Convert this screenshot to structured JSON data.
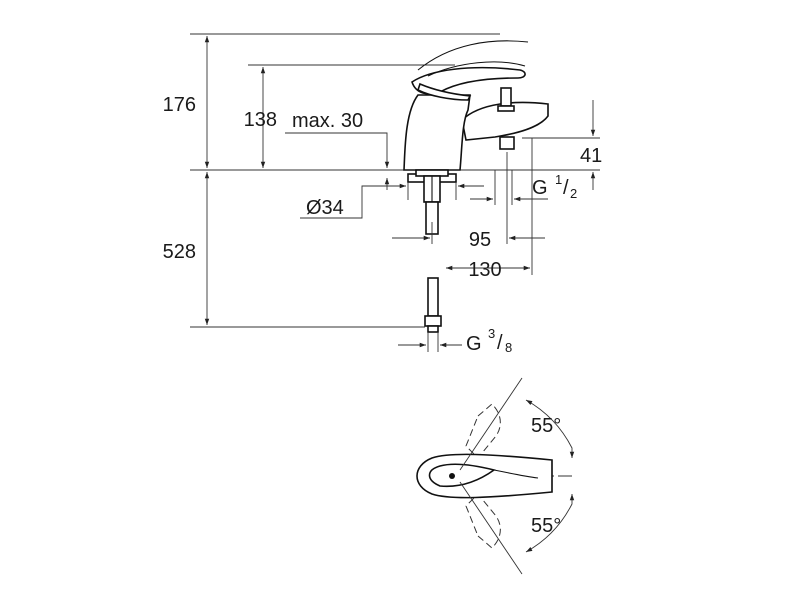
{
  "dimensions": {
    "overall_height": "176",
    "spout_height": "138",
    "max_deck": "max. 30",
    "outlet_height": "41",
    "hole_diameter": "Ø34",
    "outlet_thread_g": "G",
    "outlet_thread_num": "1",
    "outlet_thread_den": "2",
    "below_deck": "528",
    "projection_95": "95",
    "projection_130": "130",
    "supply_thread_g": "G",
    "supply_thread_num": "3",
    "supply_thread_den": "8",
    "rotation_top": "55°",
    "rotation_bottom": "55°"
  }
}
